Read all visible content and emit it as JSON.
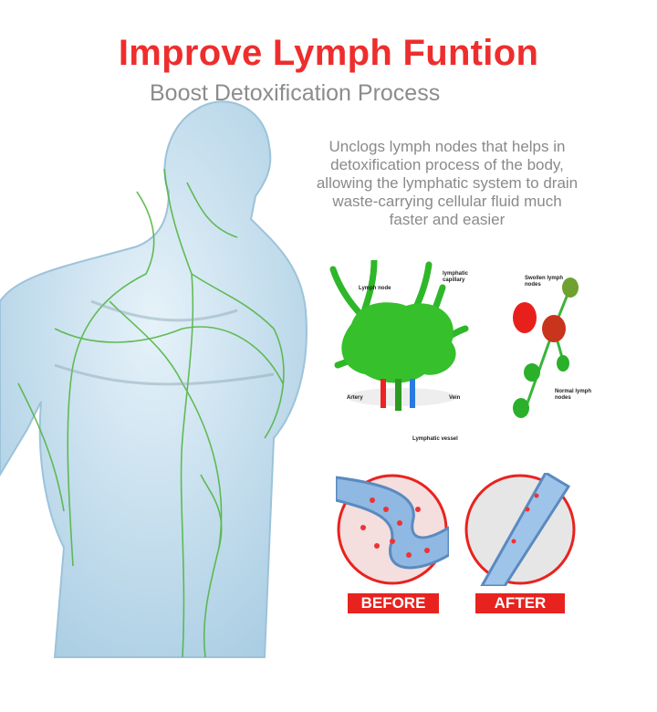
{
  "header": {
    "title": "Improve Lymph Funtion",
    "subtitle": "Boost Detoxification Process"
  },
  "description": "Unclogs lymph nodes that helps in detoxification process of the body, allowing the lymphatic system to drain waste-carrying cellular fluid much faster and easier",
  "diagram_labels": {
    "lymph_node": "Lymph node",
    "lymphatic_capillary": "lymphatic capillary",
    "artery": "Artery",
    "vein": "Vein",
    "lymphatic_vessel": "Lymphatic vessel",
    "swollen": "Swollen lymph nodes",
    "normal": "Normal lymph nodes"
  },
  "comparison": {
    "before": "BEFORE",
    "after": "AFTER"
  },
  "colors": {
    "accent": "#ee2d2d",
    "lymph": "#3dbb2a",
    "skin": "#bcd9ea"
  }
}
